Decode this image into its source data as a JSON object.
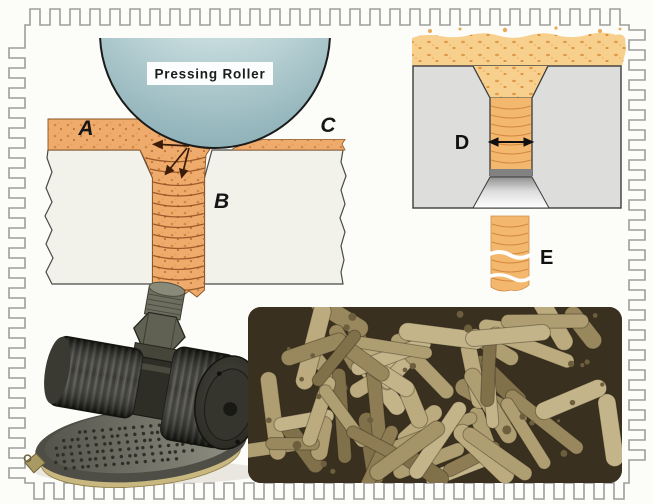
{
  "figure": {
    "title_tag": "Pressing Roller",
    "left_diagram": {
      "label_a": "A",
      "label_b": "B",
      "label_c": "C"
    },
    "right_diagram": {
      "label_d": "D",
      "label_e": "E"
    },
    "colors": {
      "material_orange": "#efab6c",
      "loose_material": "#f8d08e",
      "die_gray": "#dddddb",
      "die_white": "#f2f1ea",
      "roller_blue": "#a9c6cc",
      "pellet_tan": "#ab9c72",
      "photo_background": "#3a3020",
      "border_gray": "#9d9d9d"
    }
  }
}
